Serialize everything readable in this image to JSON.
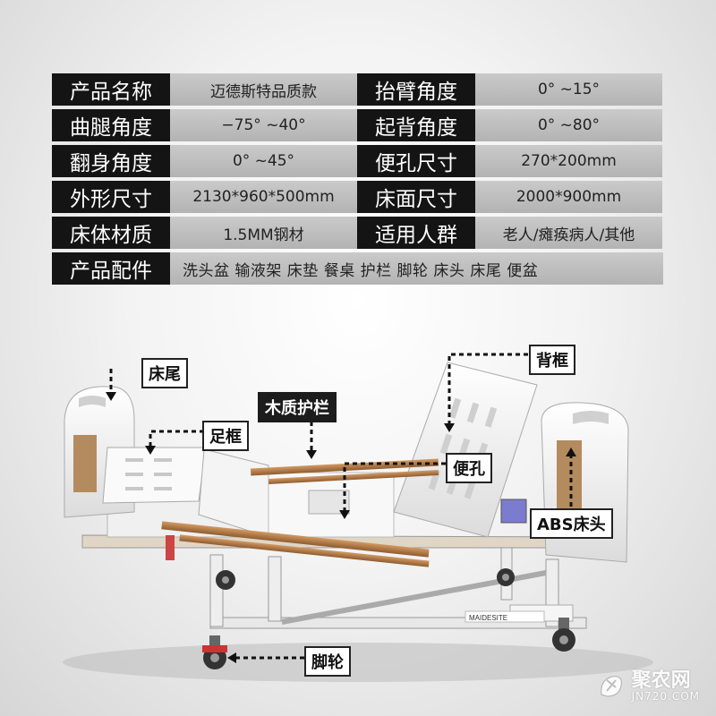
{
  "specs": [
    {
      "label": "产品名称",
      "value": "迈德斯特品质款",
      "label2": "抬臂角度",
      "value2": "0°  ~15°"
    },
    {
      "label": "曲腿角度",
      "value": "−75°  ~40°",
      "label2": "起背角度",
      "value2": "0°  ~80°"
    },
    {
      "label": "翻身角度",
      "value": "0°  ~45°",
      "label2": "便孔尺寸",
      "value2": "270*200mm"
    },
    {
      "label": "外形尺寸",
      "value": "2130*960*500mm",
      "label2": "床面尺寸",
      "value2": "2000*900mm"
    },
    {
      "label": "床体材质",
      "value": "1.5MM钢材",
      "label2": "适用人群",
      "value2": "老人/瘫痪病人/其他"
    }
  ],
  "accessories": {
    "label": "产品配件",
    "value": "洗头盆 输液架 床垫 餐桌 护栏 脚轮 床头 床尾 便盆"
  },
  "callouts": {
    "bed_tail": "床尾",
    "foot_frame": "足框",
    "wood_rail": "木质护栏",
    "back_frame": "背框",
    "toilet_hole": "便孔",
    "abs_head": "ABS床头",
    "caster": "脚轮"
  },
  "brand_plate": "MAIDESITE",
  "watermark": {
    "name": "聚农网",
    "url": "JN720.COM"
  },
  "colors": {
    "label_bg": "#141414",
    "value_bg": "#bdbdbd",
    "panel_insert": "#b08a5a",
    "rail_wood": "#b6814f",
    "frame": "#f2f2f2"
  }
}
